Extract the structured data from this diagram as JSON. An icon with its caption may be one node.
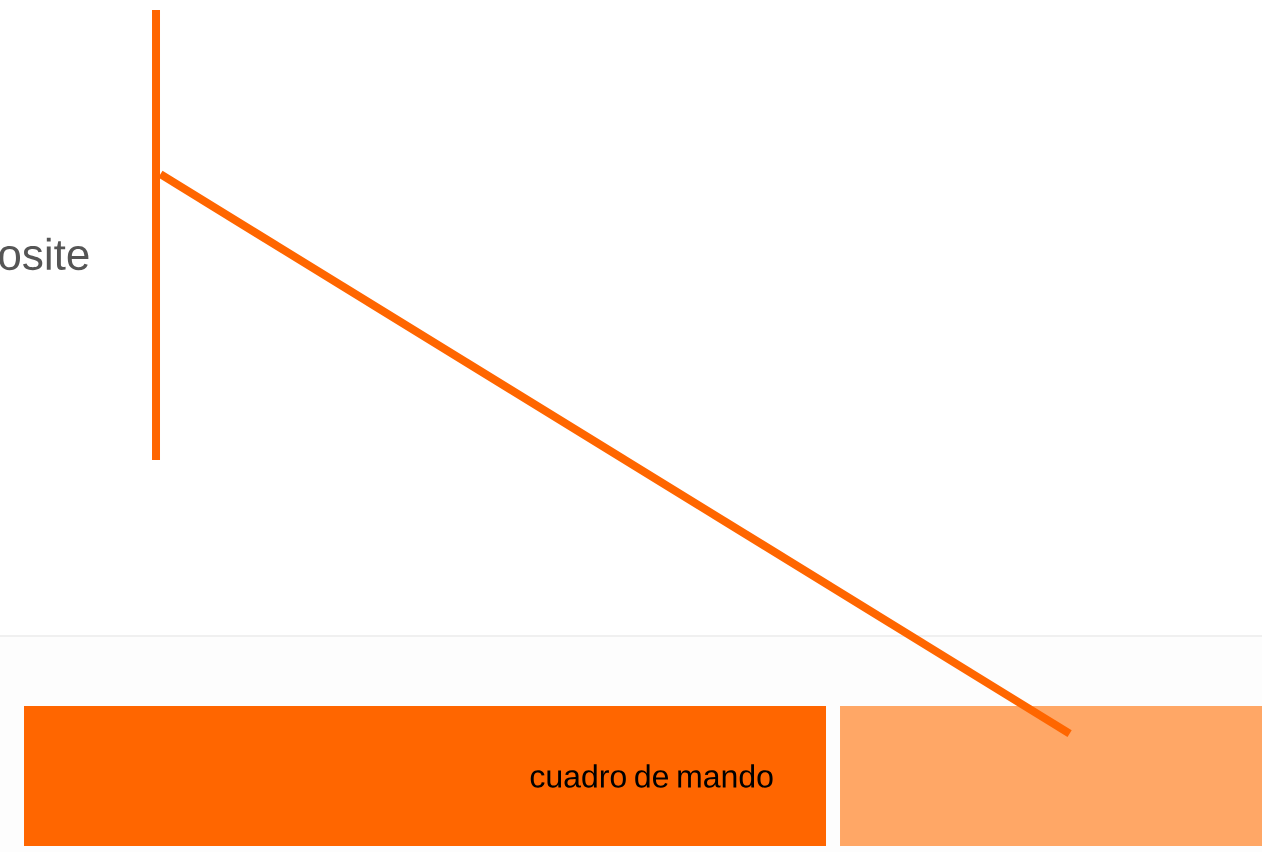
{
  "diagram": {
    "nodes": [
      {
        "text": [
          "cuadro de mando"
        ]
      },
      {
        "text": [],
        "shape": "box"
      },
      {
        "text": [],
        "shape": "bar"
      }
    ],
    "edges": [
      {
        "from": 2,
        "to": 1,
        "arrow": "none"
      }
    ],
    "labels": [
      "osite"
    ]
  }
}
